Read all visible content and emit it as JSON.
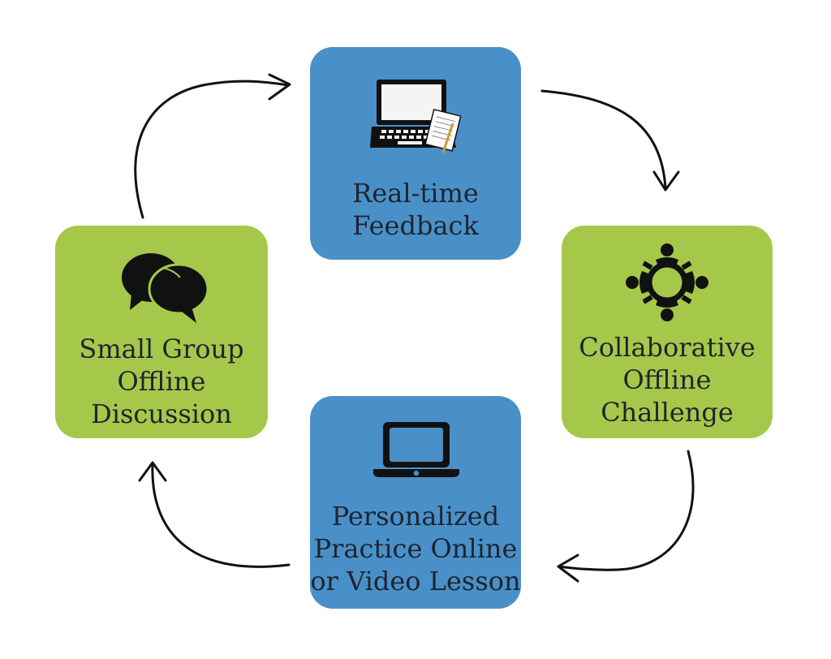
{
  "colors": {
    "blue_box": "#4a90c8",
    "green_box": "#a6c84a",
    "arrow": "#111111",
    "icon": "#111111",
    "text": "#1e2430"
  },
  "steps": {
    "top": {
      "label": "Real-time\nFeedback",
      "icon": "laptop-with-papers-icon",
      "color": "blue"
    },
    "right": {
      "label": "Collaborative\nOffline\nChallenge",
      "icon": "group-collaboration-icon",
      "color": "green"
    },
    "bottom": {
      "label": "Personalized\nPractice Online\nor Video Lesson",
      "icon": "laptop-icon",
      "color": "blue"
    },
    "left": {
      "label": "Small Group\nOffline\nDiscussion",
      "icon": "speech-bubbles-icon",
      "color": "green"
    }
  },
  "flow": [
    "top",
    "right",
    "bottom",
    "left"
  ]
}
